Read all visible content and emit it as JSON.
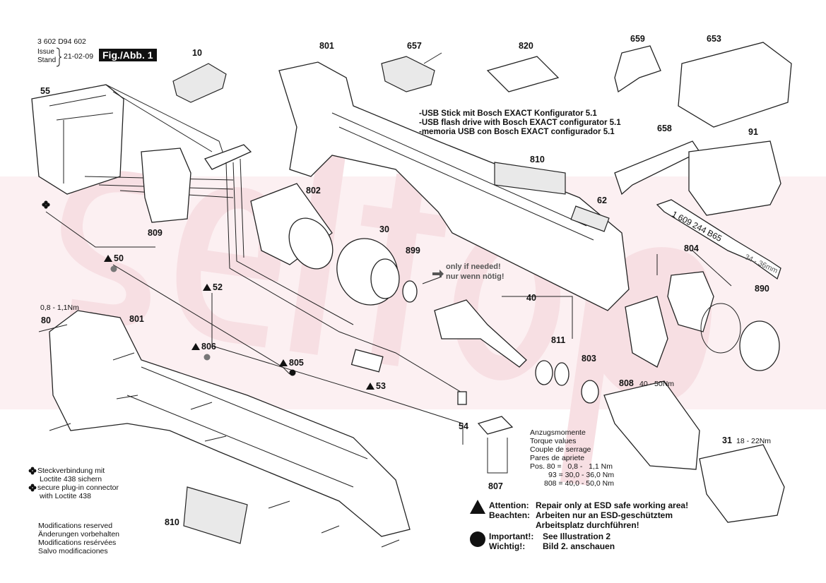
{
  "header": {
    "doc_number": "3 602 D94 602",
    "issue_label": "Issue",
    "stand_label": "Stand",
    "date": "21-02-09",
    "figure": "Fig./Abb. 1"
  },
  "watermark": "seltop",
  "colors": {
    "watermark": "#f7dfe3",
    "ink": "#111111"
  },
  "part_labels": {
    "p10": "10",
    "p801_top": "801",
    "p657": "657",
    "p820": "820",
    "p659": "659",
    "p653": "653",
    "p55": "55",
    "p809": "809",
    "p50": "50",
    "p52": "52",
    "p806": "806",
    "p805": "805",
    "p53": "53",
    "p54": "54",
    "p80": "80",
    "p801_left": "801",
    "p802": "802",
    "p30": "30",
    "p899": "899",
    "p810_top": "810",
    "p62": "62",
    "p658": "658",
    "p91": "91",
    "p804": "804",
    "p890": "890",
    "p40": "40",
    "p811": "811",
    "p803": "803",
    "p808": "808",
    "p31": "31",
    "p807": "807",
    "p810_left": "810"
  },
  "annotations": {
    "torque_80": "0,8 - 1,1Nm",
    "torque_808": "40 - 50Nm",
    "torque_31": "18 - 22Nm",
    "only_if_needed": "only if needed!",
    "nur_wenn_noetig": "nur wenn nötig!",
    "spanner_code": "1 609 244 B65",
    "spanner_size": "34 - 36mm"
  },
  "usb_note": [
    "-USB Stick mit Bosch EXACT Konfigurator 5.1",
    "-USB flash drive with Bosch EXACT configurator 5.1",
    "-memoria USB con Bosch EXACT configurador 5.1"
  ],
  "torque_table": {
    "titles": [
      "Anzugsmomente",
      "Torque values",
      "Couple de serrage",
      "Pares de apriete"
    ],
    "rows": [
      "Pos. 80 =   0,8 -   1,1 Nm",
      "93 = 30,0 - 36,0 Nm",
      "808 = 40,0 - 50,0 Nm"
    ]
  },
  "warnings": {
    "attention_label": "Attention:",
    "attention_text": "Repair only at ESD safe working area!",
    "beachten_label": "Beachten:",
    "beachten_text1": "Arbeiten nur an ESD-geschütztem",
    "beachten_text2": "Arbeitsplatz durchführen!",
    "important_label": "Important!:",
    "important_text": "See Illustration 2",
    "wichtig_label": "Wichtig!:",
    "wichtig_text": "Bild 2. anschauen"
  },
  "legend": {
    "loctite_de1": "Steckverbindung mit",
    "loctite_de2": "Loctite 438 sichern",
    "loctite_en1": "secure plug-in connector",
    "loctite_en2": "with Loctite 438",
    "mods": [
      "Modifications reserved",
      "Änderungen vorbehalten",
      "Modifications resérvées",
      "Salvo modificaciones"
    ]
  }
}
